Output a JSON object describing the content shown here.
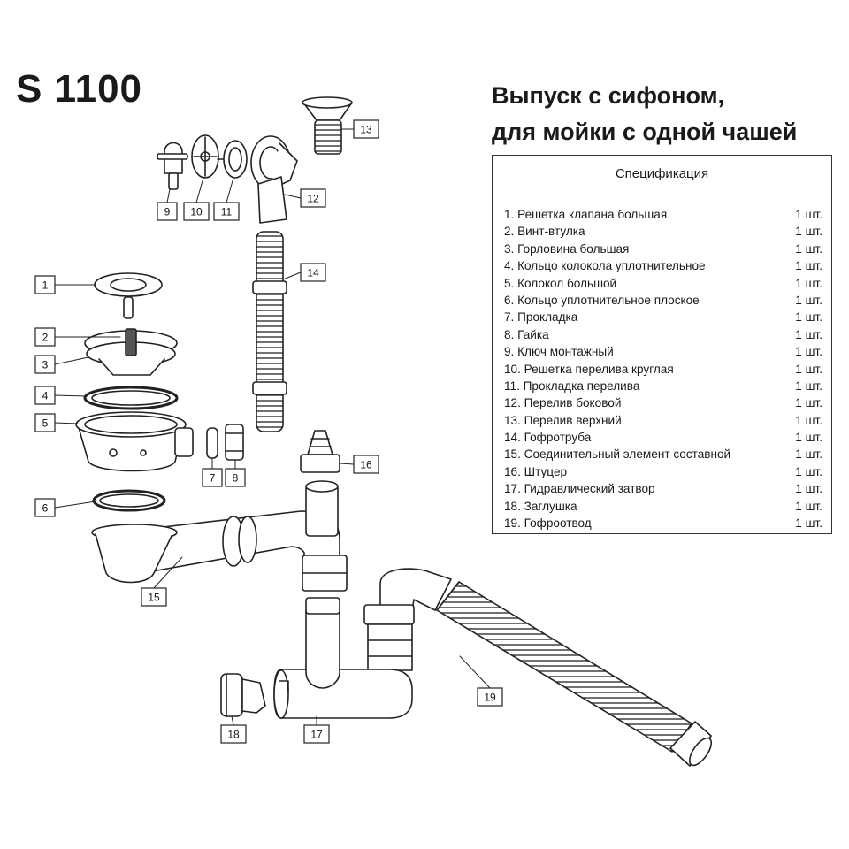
{
  "model": "S 1100",
  "heading": [
    "Выпуск с сифоном,",
    "для мойки с одной чашей"
  ],
  "spec": {
    "title": "Спецификация",
    "items": [
      {
        "name": "1. Решетка клапана большая",
        "qty": "1 шт."
      },
      {
        "name": "2. Винт-втулка",
        "qty": "1 шт."
      },
      {
        "name": "3. Горловина большая",
        "qty": "1 шт."
      },
      {
        "name": "4. Кольцо колокола уплотнительное",
        "qty": "1 шт."
      },
      {
        "name": "5. Колокол большой",
        "qty": "1 шт."
      },
      {
        "name": "6. Кольцо уплотнительное плоское",
        "qty": "1 шт."
      },
      {
        "name": "7. Прокладка",
        "qty": "1 шт."
      },
      {
        "name": "8. Гайка",
        "qty": "1 шт."
      },
      {
        "name": "9. Ключ монтажный",
        "qty": "1 шт."
      },
      {
        "name": "10. Решетка перелива круглая",
        "qty": "1 шт."
      },
      {
        "name": "11. Прокладка перелива",
        "qty": "1 шт."
      },
      {
        "name": "12. Перелив боковой",
        "qty": "1 шт."
      },
      {
        "name": "13. Перелив верхний",
        "qty": "1 шт."
      },
      {
        "name": "14. Гофротруба",
        "qty": "1 шт."
      },
      {
        "name": "15. Соединительный элемент составной",
        "qty": "1 шт."
      },
      {
        "name": "16. Штуцер",
        "qty": "1 шт."
      },
      {
        "name": "17. Гидравлический затвор",
        "qty": "1 шт."
      },
      {
        "name": "18. Заглушка",
        "qty": "1 шт."
      },
      {
        "name": "19. Гофроотвод",
        "qty": "1 шт."
      }
    ]
  },
  "callouts": [
    "1",
    "2",
    "3",
    "4",
    "5",
    "6",
    "7",
    "8",
    "9",
    "10",
    "11",
    "12",
    "13",
    "14",
    "15",
    "16",
    "17",
    "18",
    "19"
  ]
}
